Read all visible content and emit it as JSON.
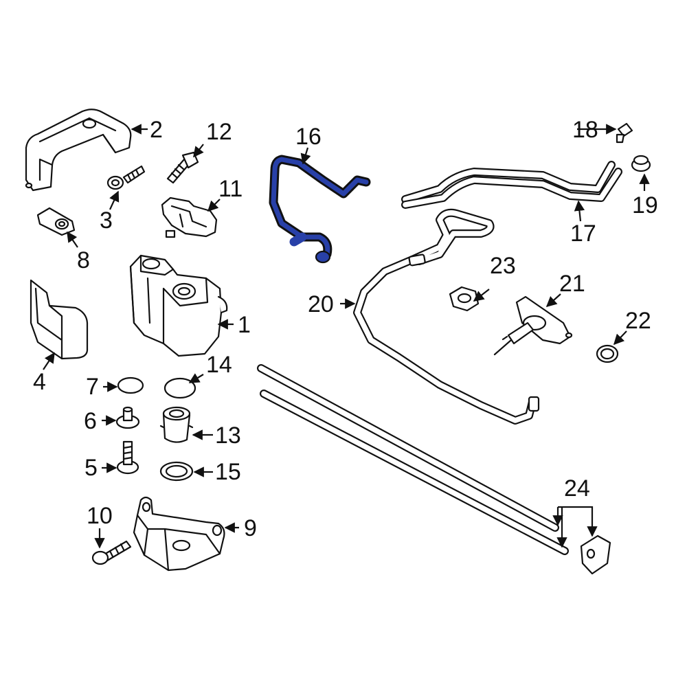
{
  "colors": {
    "highlight": "#2840a8",
    "highlight_light": "#3b56c9",
    "ink": "#111111"
  },
  "callouts": {
    "c1": "1",
    "c2": "2",
    "c3": "3",
    "c4": "4",
    "c5": "5",
    "c6": "6",
    "c7": "7",
    "c8": "8",
    "c9": "9",
    "c10": "10",
    "c11": "11",
    "c12": "12",
    "c13": "13",
    "c14": "14",
    "c15": "15",
    "c16": "16",
    "c17": "17",
    "c18": "18",
    "c19": "19",
    "c20": "20",
    "c21": "21",
    "c22": "22",
    "c23": "23",
    "c24": "24"
  },
  "highlighted_part": "16"
}
